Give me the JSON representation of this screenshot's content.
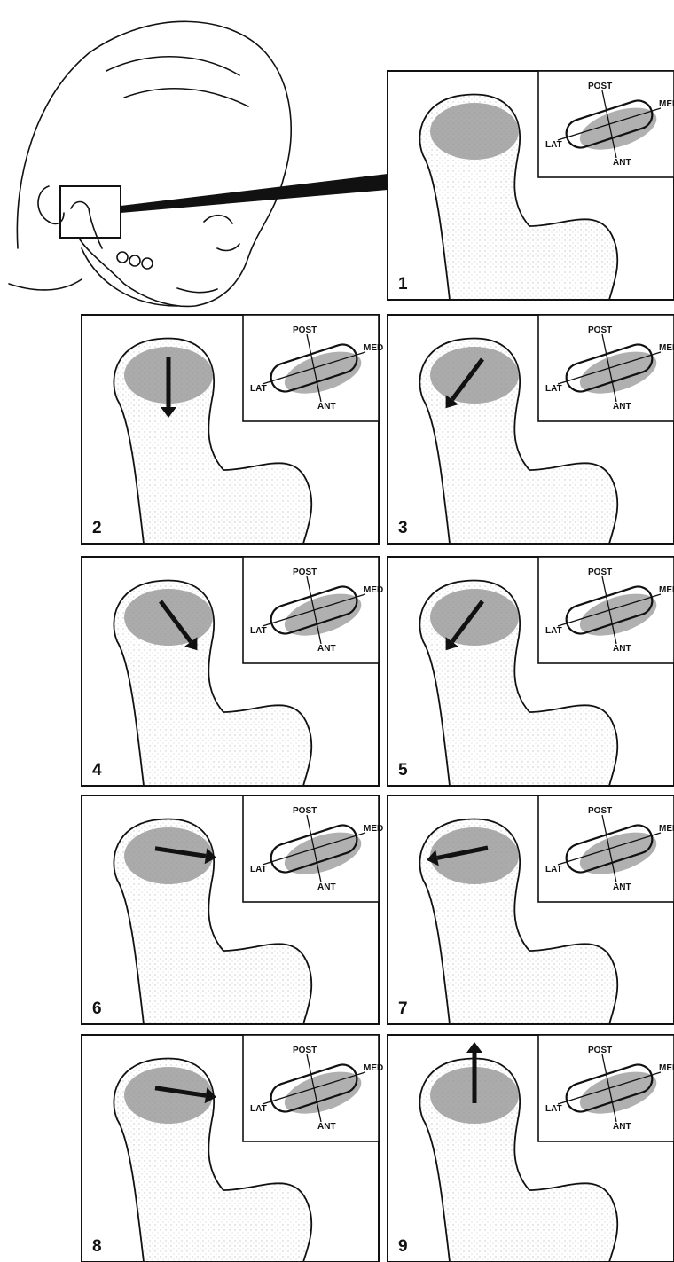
{
  "figure": {
    "panels": [
      {
        "number": "1",
        "arrow": "none"
      },
      {
        "number": "2",
        "arrow": "down"
      },
      {
        "number": "3",
        "arrow": "down-left"
      },
      {
        "number": "4",
        "arrow": "down-right"
      },
      {
        "number": "5",
        "arrow": "down-left"
      },
      {
        "number": "6",
        "arrow": "right"
      },
      {
        "number": "7",
        "arrow": "left"
      },
      {
        "number": "8",
        "arrow": "right"
      },
      {
        "number": "9",
        "arrow": "up"
      }
    ],
    "inset_labels": {
      "posterior": "POST",
      "medial": "MED",
      "lateral": "LAT",
      "anterior": "ANT"
    },
    "colors": {
      "line": "#111111",
      "shade": "#8f8f8f",
      "stipple": "#555555",
      "paper": "#ffffff"
    }
  }
}
